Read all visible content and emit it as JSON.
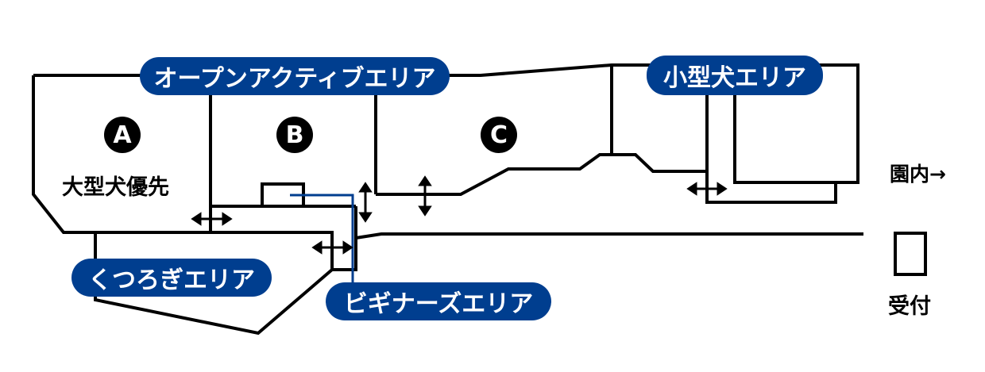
{
  "areas": {
    "open_active": "オープンアクティブエリア",
    "small_dog": "小型犬エリア",
    "relax": "くつろぎエリア",
    "beginner": "ビギナーズエリア"
  },
  "zones": {
    "a": {
      "badge": "A",
      "note": "大型犬優先"
    },
    "b": {
      "badge": "B"
    },
    "c": {
      "badge": "C"
    }
  },
  "park_direction": "園内→",
  "reception": "受付",
  "colors": {
    "label_fill": "#003e8f",
    "label_text": "#ffffff",
    "outline": "#000000",
    "beginner_leader": "#003e8f"
  },
  "icons": [
    "double-arrow-icon"
  ]
}
